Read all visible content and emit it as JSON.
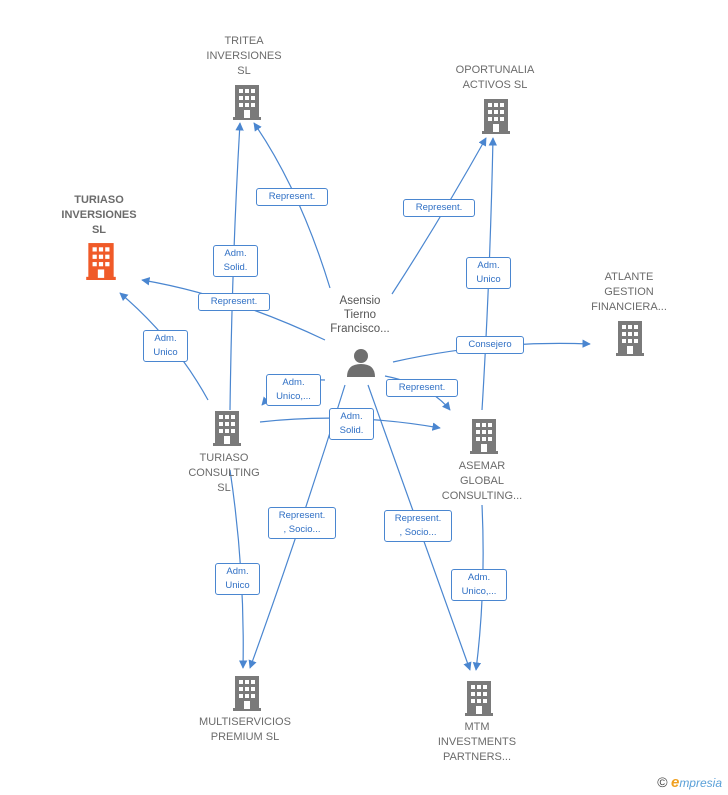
{
  "colors": {
    "edge": "#4a86d0",
    "company": "#7a7a7a",
    "highlight": "#f05a28",
    "person": "#6f6f6f",
    "label": "#2f6fc4"
  },
  "nodes": {
    "tritea": {
      "label": "TRITEA\nINVERSIONES\nSL",
      "icon": "building-icon"
    },
    "oportunalia": {
      "label": "OPORTUNALIA\nACTIVOS  SL",
      "icon": "building-icon"
    },
    "turiaso_inv": {
      "label": "TURIASO\nINVERSIONES\nSL",
      "icon": "building-icon"
    },
    "atlante": {
      "label": "ATLANTE\nGESTION\nFINANCIERA...",
      "icon": "building-icon"
    },
    "person": {
      "label": "Asensio\nTierno\nFrancisco...",
      "icon": "person-icon"
    },
    "turiaso_cons": {
      "label": "TURIASO\nCONSULTING\nSL",
      "icon": "building-icon"
    },
    "asemar": {
      "label": "ASEMAR\nGLOBAL\nCONSULTING...",
      "icon": "building-icon"
    },
    "multiservicios": {
      "label": "MULTISERVICIOS\nPREMIUM SL",
      "icon": "building-icon"
    },
    "mtm": {
      "label": "MTM\nINVESTMENTS\nPARTNERS...",
      "icon": "building-icon"
    }
  },
  "edge_labels": {
    "represent_tritea": "Represent.",
    "adm_solid_tritea": "Adm.\nSolid.",
    "represent_oport": "Represent.",
    "adm_unico_oport": "Adm.\nUnico",
    "represent_turinv": "Represent.",
    "adm_unico_turinv": "Adm.\nUnico",
    "consejero": "Consejero",
    "adm_unico_loop": "Adm.\nUnico,...",
    "represent_asemar": "Represent.",
    "adm_solid_cons": "Adm.\nSolid.",
    "represent_socio_multi": "Represent.\n, Socio...",
    "represent_socio_mtm": "Represent.\n, Socio...",
    "adm_unico_multi": "Adm.\nUnico",
    "adm_unico_mtm": "Adm.\nUnico,..."
  },
  "brand": {
    "copyright": "©",
    "first": "e",
    "rest": "mpresia"
  }
}
